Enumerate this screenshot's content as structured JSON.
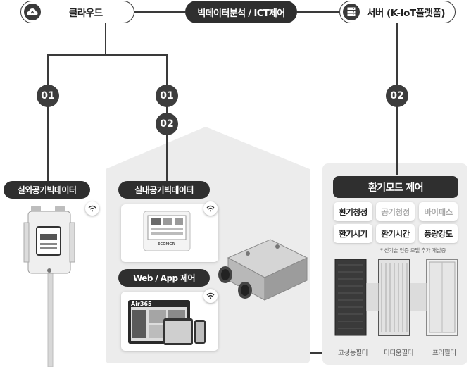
{
  "top": {
    "cloud_label": "클라우드",
    "center_label": "빅데이터분석 / ICT제어",
    "server_label": "서버 (K-IoT플랫폼)"
  },
  "markers": {
    "outdoor": "01",
    "indoor_1": "01",
    "indoor_2": "02",
    "server": "02"
  },
  "outdoor": {
    "title": "실외공기빅데이터"
  },
  "indoor": {
    "title": "실내공기빅데이터",
    "controller_brand": "ECOMGR",
    "app_title": "Web / App 제어",
    "app_brand": "Air365"
  },
  "control": {
    "title": "환기모드 제어",
    "modes": [
      {
        "label": "환기청정",
        "active": true
      },
      {
        "label": "공기청정",
        "active": false
      },
      {
        "label": "바이패스",
        "active": false
      },
      {
        "label": "환기시기",
        "active": true
      },
      {
        "label": "환기시간",
        "active": true
      },
      {
        "label": "풍량강도",
        "active": true
      }
    ],
    "note": "* 신기술 인증 모델 추가 개발중",
    "filters": [
      "고성능필터",
      "미디움필터",
      "프리필터"
    ]
  },
  "icons": [
    "cloud-icon",
    "server-icon",
    "wifi-icon"
  ],
  "colors": {
    "dark": "#2f2f2f",
    "house_bg": "#ececec",
    "panel_bg": "#ededed"
  }
}
